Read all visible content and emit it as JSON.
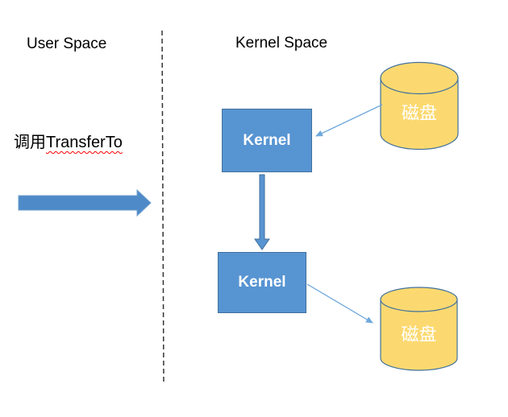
{
  "diagram": {
    "regions": {
      "user_space": {
        "title": "User Space"
      },
      "kernel_space": {
        "title": "Kernel Space"
      }
    },
    "call_annotation": {
      "prefix": "调用",
      "method": "TransferTo",
      "spellcheck": "red-wavy-underline"
    },
    "nodes": {
      "kernel_top": {
        "label": "Kernel",
        "shape": "rectangle"
      },
      "kernel_bottom": {
        "label": "Kernel",
        "shape": "rectangle"
      },
      "disk_top": {
        "label": "磁盘",
        "shape": "cylinder"
      },
      "disk_bottom": {
        "label": "磁盘",
        "shape": "cylinder"
      }
    },
    "edges": [
      {
        "name": "user-call-arrow",
        "from": "user_space",
        "to": "kernel_space",
        "style": "thick-block-arrow"
      },
      {
        "name": "disk-to-kernel-arrow",
        "from": "disk_top",
        "to": "kernel_top",
        "style": "thin-arrow"
      },
      {
        "name": "kernel-to-kernel-arrow",
        "from": "kernel_top",
        "to": "kernel_bottom",
        "style": "block-arrow"
      },
      {
        "name": "kernel-to-disk-arrow",
        "from": "kernel_bottom",
        "to": "disk_bottom",
        "style": "thin-arrow"
      }
    ],
    "divider": {
      "style": "dashed-vertical-line"
    },
    "colors": {
      "node_fill": "#5794D2",
      "node_border": "#41719C",
      "block_arrow_fill": "#4E8AC8",
      "block_arrow_border": "#6FA0CE",
      "thin_arrow": "#6FA8DC",
      "disk_fill": "#FCD970",
      "disk_border": "#41719C",
      "divider": "#333333",
      "text": "#000000",
      "node_text": "#FFFFFF",
      "spellcheck_underline": "#FF0000"
    }
  }
}
